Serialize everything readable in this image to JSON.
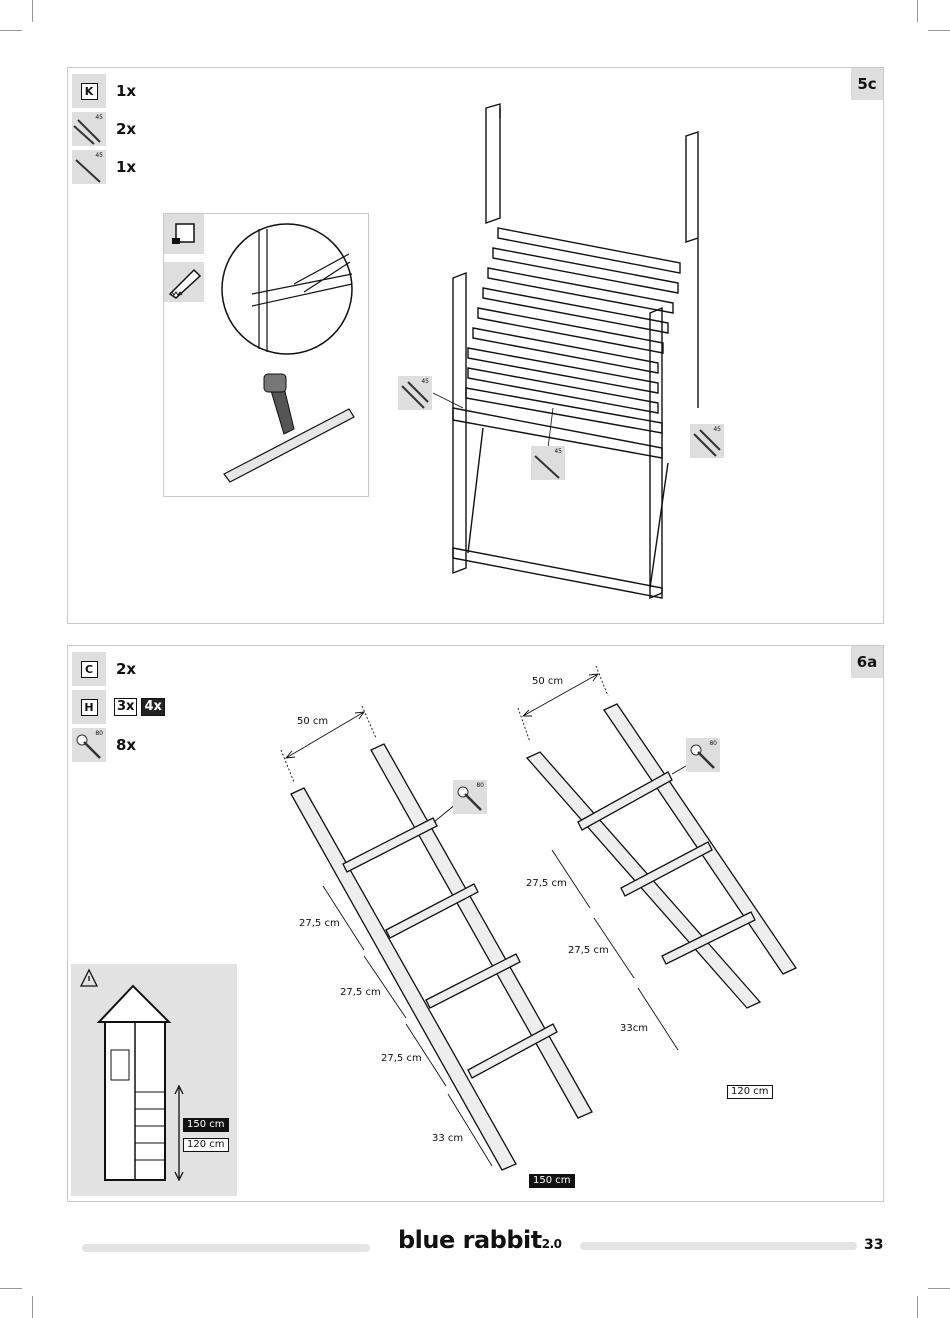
{
  "panel_top": {
    "step": "5c",
    "parts": [
      {
        "letter": "K",
        "qty": "1x"
      },
      {
        "screw": "45",
        "qty": "2x"
      },
      {
        "screw": "45",
        "qty": "1x"
      }
    ],
    "screw_callouts": [
      "45",
      "45",
      "45"
    ]
  },
  "panel_bottom": {
    "step": "6a",
    "parts": [
      {
        "letter": "C",
        "qty": "2x"
      },
      {
        "letter": "H",
        "qty_outline": "3x",
        "qty_filled": "4x"
      },
      {
        "bolt": "80",
        "qty": "8x"
      }
    ],
    "left_ladder": {
      "width": "50 cm",
      "spacings": [
        "27,5 cm",
        "27,5 cm",
        "27,5 cm",
        "33 cm"
      ],
      "height_label": "150 cm",
      "bolt": "80"
    },
    "right_ladder": {
      "width": "50 cm",
      "spacings": [
        "27,5 cm",
        "27,5 cm",
        "33cm"
      ],
      "height_label": "120 cm",
      "bolt": "80"
    },
    "warning": {
      "high_label": "150 cm",
      "low_label": "120 cm"
    }
  },
  "footer": {
    "brand": "blue rabbit",
    "brand_version": "2.0",
    "page_number": "33"
  }
}
